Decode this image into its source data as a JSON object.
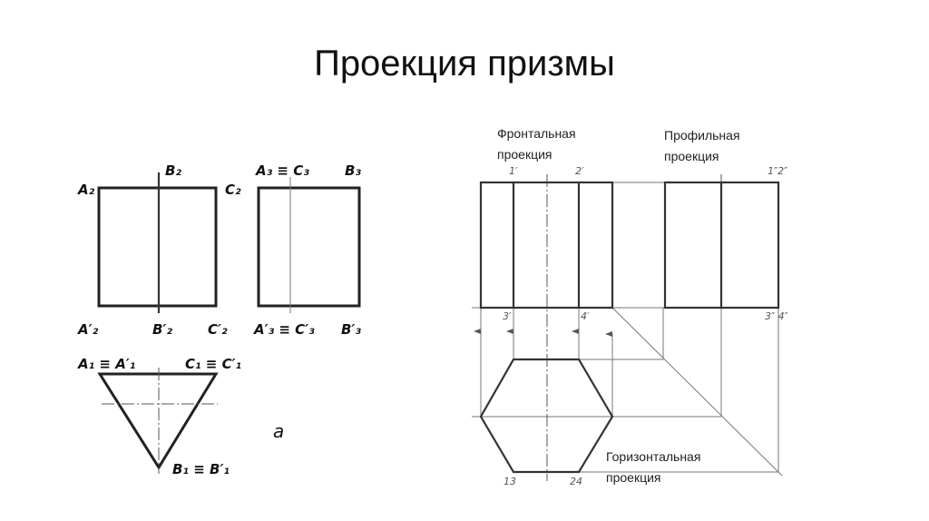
{
  "slide": {
    "title": "Проекция призмы"
  },
  "left_diagram": {
    "labels": {
      "a2": "A₂",
      "b2": "B₂",
      "c2": "C₂",
      "a2p": "A′₂",
      "b2p": "B′₂",
      "c2p": "C′₂",
      "a3c3": "A₃ ≡ C₃",
      "b3": "B₃",
      "a3pc3p": "A′₃ ≡ C′₃",
      "b3p": "B′₃",
      "a1": "A₁ ≡ A′₁",
      "c1": "C₁ ≡ C′₁",
      "b1": "B₁ ≡ B′₁",
      "fig": "a"
    }
  },
  "right_diagram": {
    "captions": {
      "frontal_1": "Фронтальная",
      "frontal_2": "проекция",
      "profile_1": "Профильная",
      "profile_2": "проекция",
      "horizontal_1": "Горизонтальная",
      "horizontal_2": "проекция"
    },
    "points": {
      "p1": "1′",
      "p2": "2′",
      "p12pp": "1″2″",
      "p3": "3′",
      "p4": "4′",
      "p34pp": "3″ 4″",
      "p13": "13",
      "p24": "24"
    }
  }
}
